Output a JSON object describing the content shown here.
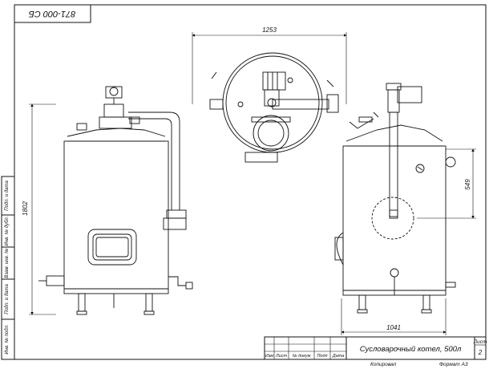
{
  "drawing_number": "871-000 СБ",
  "title": "Сусловарочный котел, 500л",
  "sheet": {
    "label": "Лист",
    "number": "2"
  },
  "stamp_headers": [
    "Изм",
    "Лист",
    "№ докум",
    "Подп",
    "Дата"
  ],
  "footer": {
    "copied": "Копировал",
    "format": "Формат А3"
  },
  "side_fields": [
    "Подп. и дата",
    "Инв. № дубл.",
    "Взам. инв. №",
    "Подп. и дата",
    "Инв. № подл."
  ],
  "dimensions": {
    "top_width": "1253",
    "height_total": "1802",
    "right_height": "549",
    "base_width": "1041"
  }
}
